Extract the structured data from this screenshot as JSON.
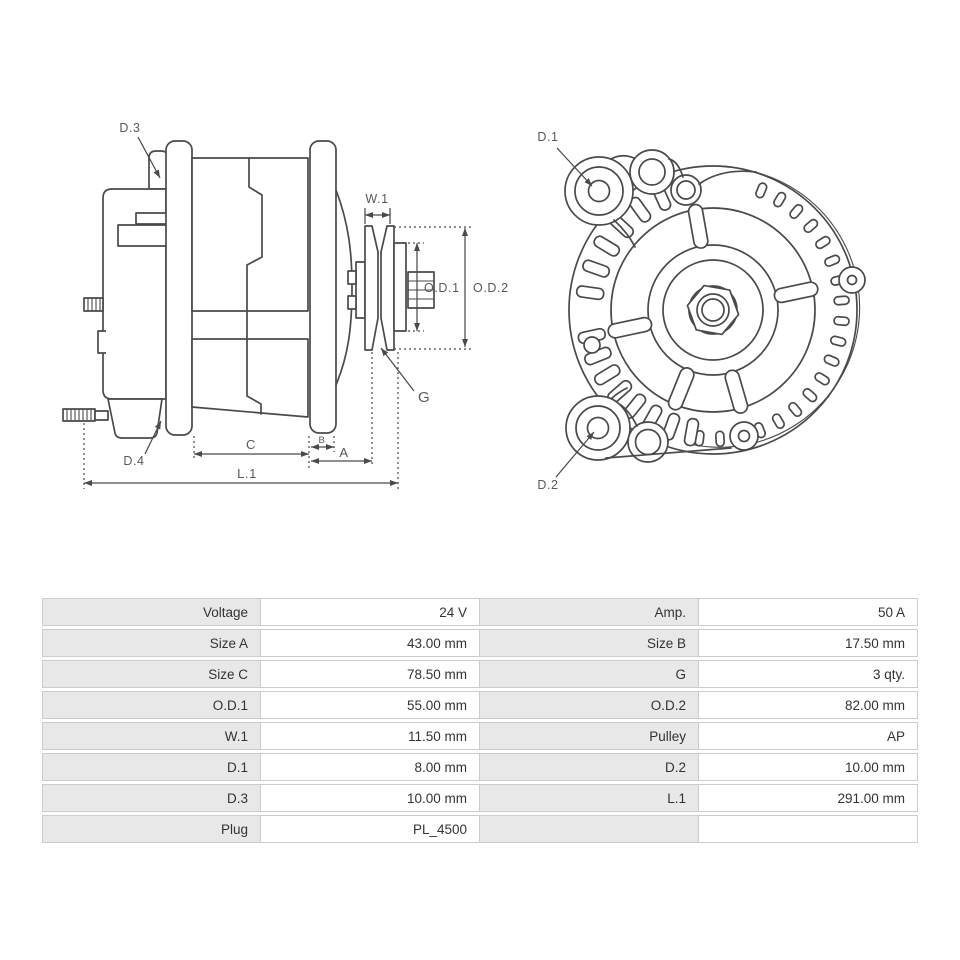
{
  "drawing": {
    "side_view": {
      "labels": {
        "d3": "D.3",
        "d4": "D.4",
        "w1": "W.1",
        "od1": "O.D.1",
        "od2": "O.D.2",
        "g": "G",
        "c": "C",
        "b": "B",
        "a": "A",
        "l1": "L.1"
      }
    },
    "front_view": {
      "labels": {
        "d1": "D.1",
        "d2": "D.2"
      }
    }
  },
  "table": {
    "rows": [
      [
        "Voltage",
        "24 V",
        "Amp.",
        "50 A"
      ],
      [
        "Size A",
        "43.00 mm",
        "Size B",
        "17.50 mm"
      ],
      [
        "Size C",
        "78.50 mm",
        "G",
        "3 qty."
      ],
      [
        "O.D.1",
        "55.00 mm",
        "O.D.2",
        "82.00 mm"
      ],
      [
        "W.1",
        "11.50 mm",
        "Pulley",
        "AP"
      ],
      [
        "D.1",
        "8.00 mm",
        "D.2",
        "10.00 mm"
      ],
      [
        "D.3",
        "10.00 mm",
        "L.1",
        "291.00 mm"
      ],
      [
        "Plug",
        "PL_4500",
        "",
        ""
      ]
    ]
  },
  "colors": {
    "ink": "#4a4a4a",
    "label_ink": "#595959",
    "table_text": "#333333",
    "table_label_bg": "#e8e8e8",
    "table_value_bg": "#ffffff",
    "table_border": "#cccccc",
    "background": "#ffffff"
  }
}
